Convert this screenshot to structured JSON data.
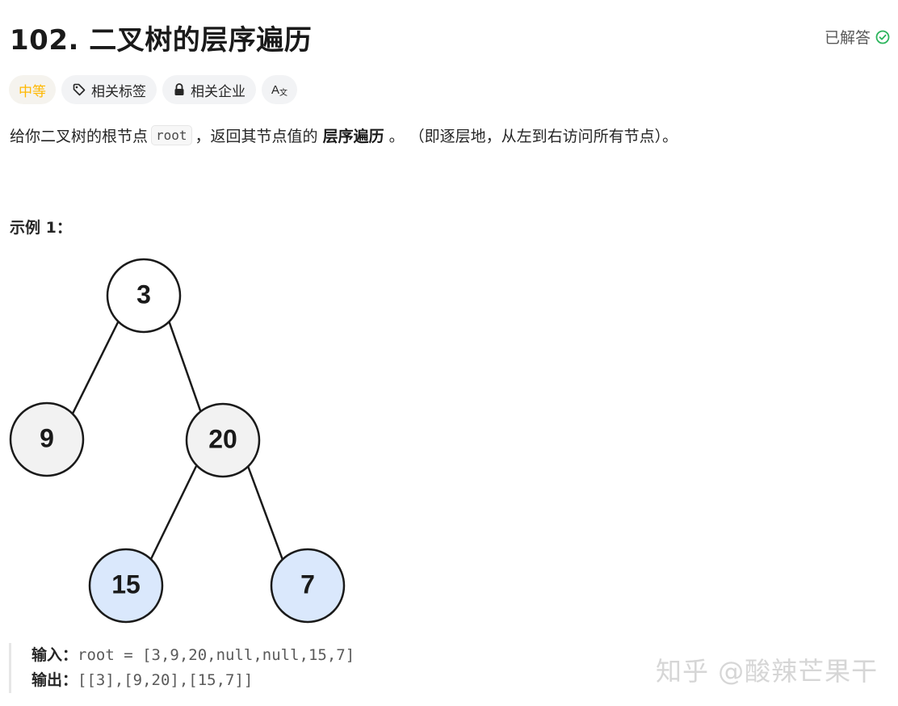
{
  "problem": {
    "title": "102. 二叉树的层序遍历",
    "status_label": "已解答"
  },
  "tags": {
    "difficulty": "中等",
    "topics": "相关标签",
    "companies": "相关企业",
    "translate_icon_text": "A文"
  },
  "description": {
    "prefix": "给你二叉树的根节点",
    "code": "root",
    "middle": "，返回其节点值的",
    "bold": "层序遍历",
    "suffix": "。 （即逐层地，从左到右访问所有节点）。"
  },
  "example": {
    "title": "示例 1：",
    "tree_nodes": [
      {
        "value": "3",
        "color": "#ffffff"
      },
      {
        "value": "9",
        "color": "#f2f2f2"
      },
      {
        "value": "20",
        "color": "#f2f2f2"
      },
      {
        "value": "15",
        "color": "#dae8fc"
      },
      {
        "value": "7",
        "color": "#dae8fc"
      }
    ],
    "input_label": "输入：",
    "input_value": "root = [3,9,20,null,null,15,7]",
    "output_label": "输出：",
    "output_value": "[[3],[9,20],[15,7]]"
  },
  "watermark": "知乎 @酸辣芒果干",
  "colors": {
    "difficulty_medium": "#ffb800",
    "solved_check": "#2db55d"
  }
}
